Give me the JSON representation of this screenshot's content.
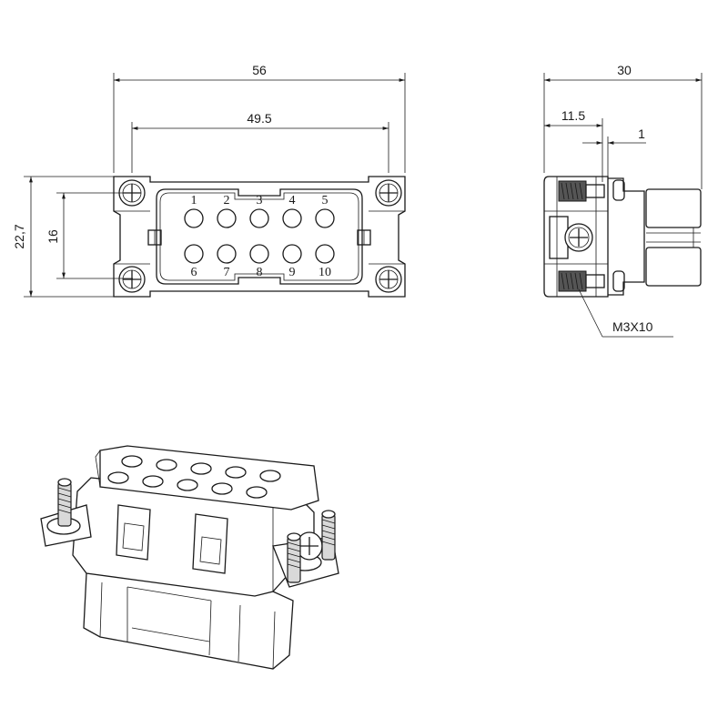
{
  "front_view": {
    "dimensions": {
      "overall_width": "56",
      "screw_pitch": "49.5",
      "overall_height": "22,7",
      "screw_vertical_pitch": "16"
    },
    "pins_top": [
      "1",
      "2",
      "3",
      "4",
      "5"
    ],
    "pins_bottom": [
      "6",
      "7",
      "8",
      "9",
      "10"
    ]
  },
  "side_view": {
    "dimensions": {
      "overall_depth": "30",
      "offset": "11.5",
      "gap": "1"
    },
    "screw_label": "M3X10"
  }
}
